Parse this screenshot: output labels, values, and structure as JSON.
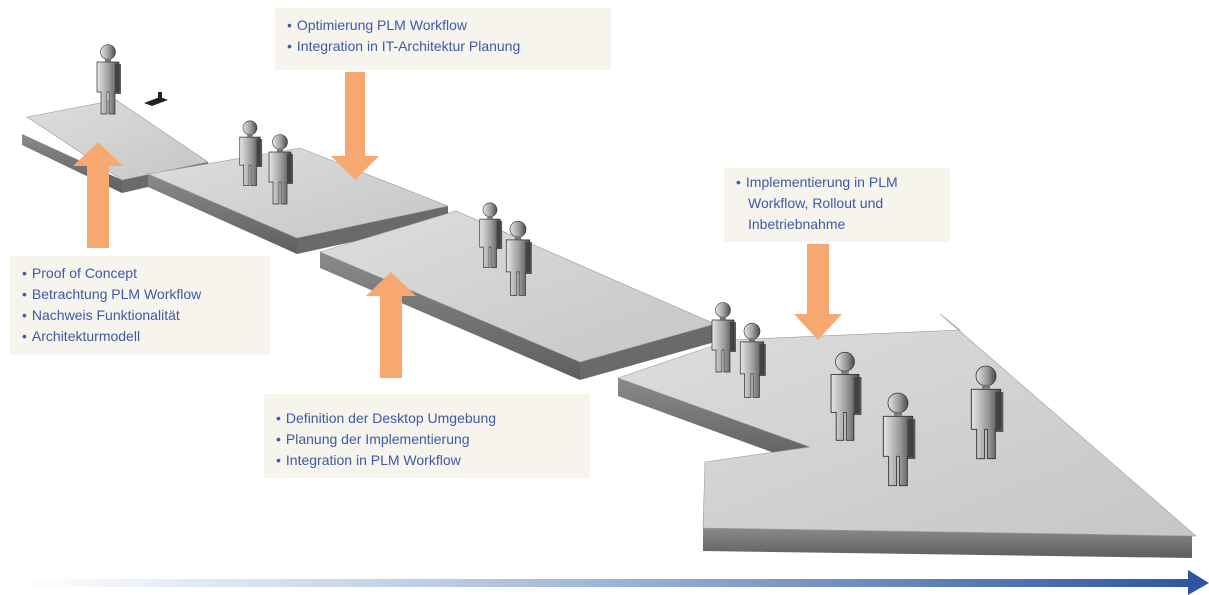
{
  "colors": {
    "accent_text": "#3c5aa6",
    "arrow": "#f7a870",
    "platform_top": "#d4d4d4",
    "platform_side": "#7e7e7e",
    "timeline_start": "#ffffff",
    "timeline_end": "#2f55a0"
  },
  "notes": {
    "phase1": [
      "Proof of Concept",
      "Betrachtung PLM Workflow",
      "Nachweis Funktionalität",
      "Architekturmodell"
    ],
    "phase2": [
      "Optimierung PLM Workflow",
      "Integration in IT-Architektur Planung"
    ],
    "phase3": [
      "Definition der Desktop Umgebung",
      "Planung der Implementierung",
      "Integration in PLM Workflow"
    ],
    "phase4": [
      "Implementierung in PLM",
      "Workflow, Rollout und",
      "Inbetriebnahme"
    ]
  },
  "icons": {
    "person": "person-figure-icon",
    "phase_arrow": "down-arrow-icon",
    "timeline": "timeline-arrow-icon"
  }
}
